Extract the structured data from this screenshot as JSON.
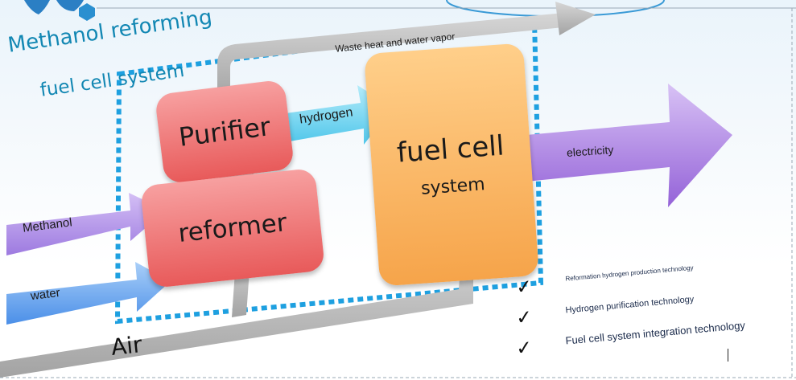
{
  "title": {
    "line1": "Methanol reforming",
    "line2": "fuel cell system"
  },
  "components": {
    "purifier": "Purifier",
    "reformer": "reformer",
    "fuel_cell_line1": "fuel cell",
    "fuel_cell_line2": "system"
  },
  "flows": {
    "methanol": "Methanol",
    "water": "water",
    "hydrogen": "hydrogen",
    "electricity": "electricity",
    "waste": "Waste heat and water vapor",
    "air": "Air"
  },
  "technologies": [
    {
      "mark": "✓",
      "label": "Reformation hydrogen production technology"
    },
    {
      "mark": "✓",
      "label": "Hydrogen purification technology"
    },
    {
      "mark": "✓",
      "label": "Fuel cell system integration technology"
    }
  ],
  "colors": {
    "title": "#1287b3",
    "dashed_border": "#1ea0e0",
    "purifier": "#ee6f6f",
    "reformer": "#ee6f6f",
    "fuel_cell": "#f8b060",
    "methanol_arrow": "#b898e8",
    "water_arrow": "#6aa8f0",
    "hydrogen_arrow": "#7fd8f2",
    "electricity_arrow": "#b48ae6",
    "gray_arrow": "#b8b8b8"
  }
}
